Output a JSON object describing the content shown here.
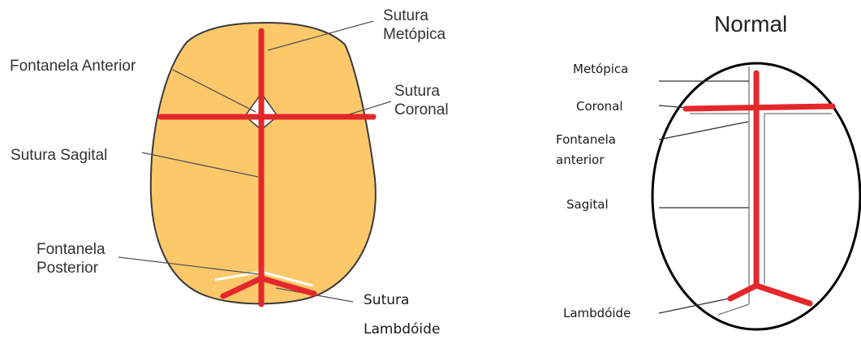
{
  "left": {
    "labels": {
      "metopica": [
        "Sutura",
        "Metópica"
      ],
      "fontanela_anterior": "Fontanela Anterior",
      "coronal": [
        "Sutura",
        "Coronal"
      ],
      "sagital": "Sutura Sagital",
      "fontanela_posterior": [
        "Fontanela",
        "Posterior"
      ],
      "lambdoide": [
        "Sutura",
        "Lambdóide"
      ]
    },
    "colors": {
      "skull": "#fdc86a",
      "suture": "#e4272a",
      "outline": "#3a3a3a"
    }
  },
  "right": {
    "title": "Normal",
    "labels": {
      "metopica": "Metópica",
      "coronal": "Coronal",
      "fontanela": [
        "Fontanela",
        "anterior"
      ],
      "sagital": "Sagital",
      "lambdoide": "Lambdóide"
    },
    "colors": {
      "outline": "#000000",
      "suture": "#e4272a"
    }
  }
}
